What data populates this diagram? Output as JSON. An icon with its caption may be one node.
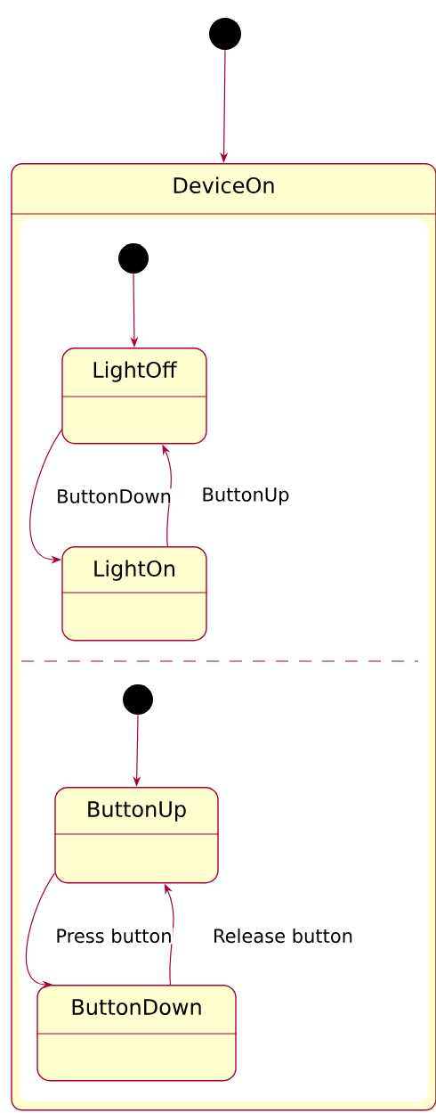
{
  "diagram": {
    "nodes": [
      {
        "text": [],
        "shape": "circle"
      },
      {
        "text": [
          "DeviceOn"
        ]
      },
      {
        "text": [],
        "shape": "circle",
        "in": 1
      },
      {
        "text": [
          "LightOff"
        ],
        "in": 1
      },
      {
        "text": [
          "LightOn"
        ],
        "in": 1
      },
      {
        "text": [],
        "shape": "circle",
        "in": 1
      },
      {
        "text": [
          "ButtonUp"
        ],
        "in": 1
      },
      {
        "text": [
          "ButtonDown"
        ],
        "in": 1
      }
    ],
    "edges": [
      {
        "from": 0,
        "to": 1,
        "arrow": "to"
      },
      {
        "from": 2,
        "to": 3,
        "arrow": "to"
      },
      {
        "from": 3,
        "to": 4,
        "arrow": "to",
        "label": "ButtonDown"
      },
      {
        "from": 4,
        "to": 3,
        "arrow": "to",
        "label": "ButtonUp"
      },
      {
        "from": 5,
        "to": 6,
        "arrow": "to"
      },
      {
        "from": 6,
        "to": 7,
        "arrow": "to",
        "label": "Press button"
      },
      {
        "from": 7,
        "to": 6,
        "arrow": "to",
        "label": "Release button"
      }
    ]
  }
}
